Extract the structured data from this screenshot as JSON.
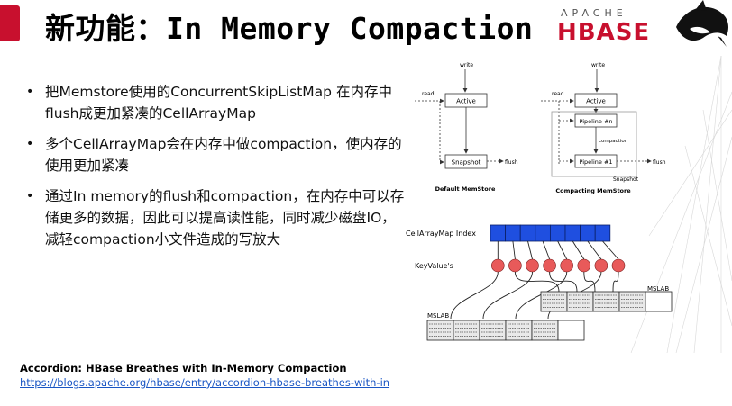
{
  "slide": {
    "title": "新功能：In Memory Compaction",
    "bullets": [
      "把Memstore使用的ConcurrentSkipListMap 在内存中flush成更加紧凑的CellArrayMap",
      "多个CellArrayMap会在内存中做compaction，使内存的使用更加紧凑",
      "通过In memory的flush和compaction，在内存中可以存储更多的数据，因此可以提高读性能，同时减少磁盘IO，减轻compaction小文件造成的写放大"
    ],
    "reference": {
      "title": "Accordion: HBase Breathes with In-Memory Compaction",
      "link": "https://blogs.apache.org/hbase/entry/accordion-hbase-breathes-with-in"
    }
  },
  "logo": {
    "top_text": "APACHE",
    "main_text": "HBASE",
    "brand_color": "#c8102e"
  },
  "diagram": {
    "left": {
      "write": "write",
      "read": "read",
      "active": "Active",
      "snapshot": "Snapshot",
      "flush": "flush",
      "caption": "Default MemStore"
    },
    "right": {
      "write": "write",
      "read": "read",
      "active": "Active",
      "pipeline_n": "Pipeline #n",
      "compaction": "compaction",
      "pipeline_1": "Pipeline #1",
      "snapshot": "Snapshot",
      "flush": "flush",
      "caption": "Compacting MemStore"
    },
    "bottom": {
      "index_label": "CellArrayMap Index",
      "kv_label": "KeyValue's",
      "mslab_right": "MSLAB",
      "mslab_left": "MSLAB"
    },
    "colors": {
      "index_cell": "#1f4fe0",
      "kv_ball": "#e85a5a"
    }
  }
}
